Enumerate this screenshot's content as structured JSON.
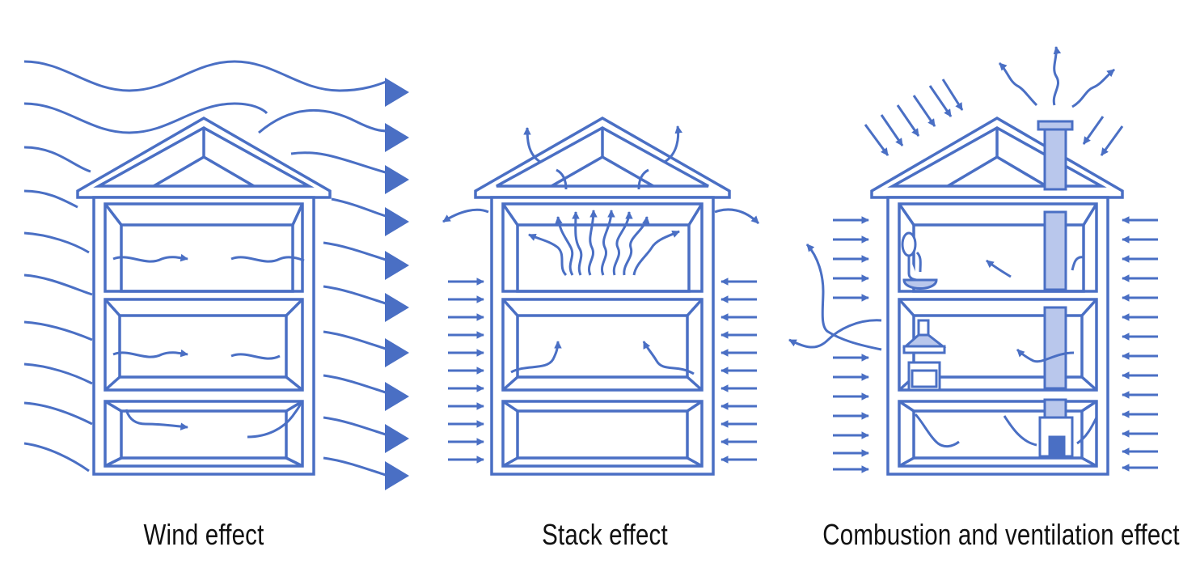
{
  "colors": {
    "line": "#4a6fc4",
    "fill": "#b9c7ec",
    "text": "#111111"
  },
  "captions": {
    "wind": "Wind effect",
    "stack": "Stack effect",
    "combustion": "Combustion and ventilation effect"
  },
  "icons": {
    "wind": [
      "house-icon",
      "wind-wave-arrow-icon",
      "airflow-arrow-icon"
    ],
    "stack": [
      "house-icon",
      "rising-air-arrow-icon",
      "inflow-arrow-icon"
    ],
    "combustion": [
      "house-icon",
      "chimney-icon",
      "range-hood-icon",
      "exhaust-fan-icon",
      "furnace-icon",
      "inflow-arrow-icon"
    ]
  }
}
